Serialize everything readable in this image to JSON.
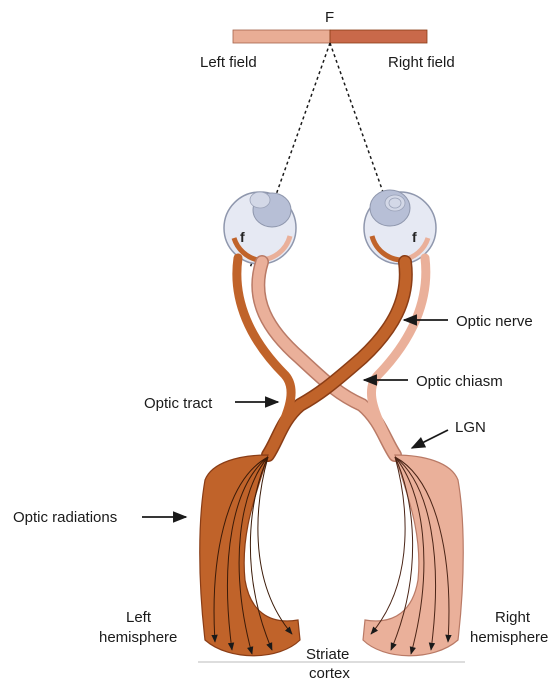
{
  "fixation_label": "F",
  "fields": {
    "left": "Left field",
    "right": "Right field"
  },
  "fovea_label": "f",
  "labels": {
    "optic_nerve": "Optic nerve",
    "optic_chiasm": "Optic chiasm",
    "optic_tract": "Optic tract",
    "lgn": "LGN",
    "optic_radiations": "Optic radiations",
    "left_hemisphere": [
      "Left",
      "hemisphere"
    ],
    "right_hemisphere": [
      "Right",
      "hemisphere"
    ],
    "striate_cortex": [
      "Striate",
      "cortex"
    ]
  },
  "colors": {
    "left_pathway": "#c0632a",
    "left_pathway_dark": "#8a3d16",
    "right_pathway": "#eab09a",
    "right_pathway_dark": "#b97a66",
    "left_field_bar": "#e9ad95",
    "right_field_bar": "#c9694a",
    "eye_fill": "#e6e9f3",
    "eye_stroke": "#8f97ad"
  }
}
